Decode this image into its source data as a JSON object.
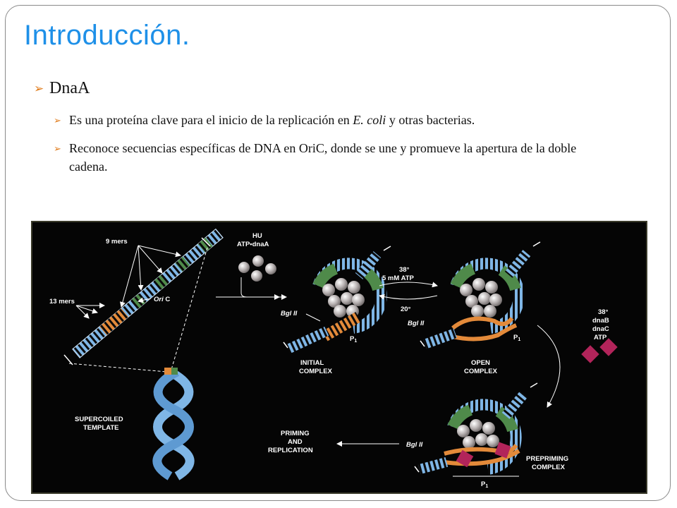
{
  "slide": {
    "title": "Introducción.",
    "bullet1": "DnaA",
    "sub1": {
      "before": "Es una proteína clave para el inicio de la replicación en ",
      "italic": "E. coli",
      "after": " y otras bacterias."
    },
    "sub2": "Reconoce secuencias específicas de DNA en OriC, donde se une y promueve la apertura de la doble cadena."
  },
  "figure": {
    "labels": {
      "nine_mers": "9 mers",
      "thirteen_mers": "13 mers",
      "ori": "Ori",
      "ori_c": "C",
      "hu": "HU",
      "atp_dnaa": "ATP•dnaA",
      "temp1": "38°",
      "mm_atp": "5 mM ATP",
      "temp2": "20°",
      "bgl_1": "Bgl II",
      "bgl_2": "Bgl II",
      "bgl_3": "Bgl II",
      "p1_1": "P",
      "p1_2": "P",
      "p1_3": "P",
      "sub1": "1",
      "initial_complex_1": "INITIAL",
      "initial_complex_2": "COMPLEX",
      "open_complex_1": "OPEN",
      "open_complex_2": "COMPLEX",
      "c38": "38°",
      "dnab": "dnaB",
      "dnac": "dnaC",
      "atp": "ATP",
      "supercoiled_1": "SUPERCOILED",
      "supercoiled_2": "TEMPLATE",
      "priming_1": "PRIMING",
      "priming_2": "AND",
      "priming_3": "REPLICATION",
      "prepriming_1": "PREPRIMING",
      "prepriming_2": "COMPLEX"
    },
    "colors": {
      "dna": "#7fb6e6",
      "orange": "#e38a3a",
      "green": "#4f8a4a",
      "protein": "#a9a2a2",
      "magenta": "#b2245a"
    }
  }
}
